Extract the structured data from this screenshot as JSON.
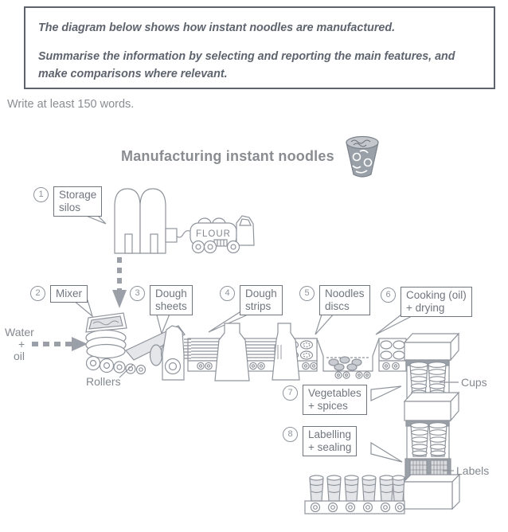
{
  "task": {
    "prompt_paragraph1": "The diagram below shows how instant noodles are manufactured.",
    "prompt_paragraph2": "Summarise the information by selecting and reporting the main features, and make comparisons where relevant.",
    "word_requirement": "Write at least 150 words."
  },
  "diagram": {
    "title": "Manufacturing instant noodles",
    "steps": [
      {
        "number": "1",
        "line1": "Storage",
        "line2": "silos"
      },
      {
        "number": "2",
        "line1": "Mixer",
        "line2": ""
      },
      {
        "number": "3",
        "line1": "Dough",
        "line2": "sheets"
      },
      {
        "number": "4",
        "line1": "Dough",
        "line2": "strips"
      },
      {
        "number": "5",
        "line1": "Noodles",
        "line2": "discs"
      },
      {
        "number": "6",
        "line1": "Cooking (oil)",
        "line2": "+ drying"
      },
      {
        "number": "7",
        "line1": "Vegetables",
        "line2": "+ spices"
      },
      {
        "number": "8",
        "line1": "Labelling",
        "line2": "+ sealing"
      }
    ],
    "annotations": {
      "water_oil": [
        "Water",
        "+",
        "oil"
      ],
      "rollers": "Rollers",
      "cups": "Cups",
      "labels": "Labels",
      "flour": "FLOUR"
    },
    "colors": {
      "line": "#8f949c",
      "label_text": "#70757e",
      "fill_light": "#e4e6e9",
      "fill_mid": "#9aa0a8"
    }
  }
}
